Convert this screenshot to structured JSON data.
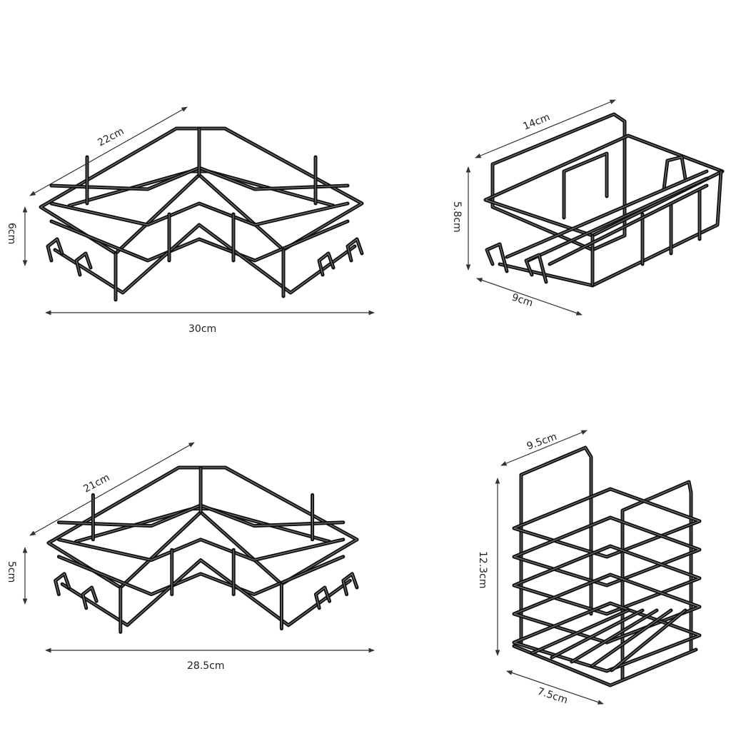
{
  "products": [
    {
      "id": "corner-large",
      "dimensions": {
        "length": "22cm",
        "height": "6cm",
        "width": "30cm"
      }
    },
    {
      "id": "sponge-holder",
      "dimensions": {
        "length": "14cm",
        "height": "5.8cm",
        "width": "9cm"
      }
    },
    {
      "id": "corner-small",
      "dimensions": {
        "length": "21cm",
        "height": "5cm",
        "width": "28.5cm"
      }
    },
    {
      "id": "utensil-holder",
      "dimensions": {
        "length": "9.5cm",
        "height": "12.3cm",
        "width": "7.5cm"
      }
    }
  ],
  "colors": {
    "wire": "#111111",
    "background": "#ffffff",
    "dimension_line": "#333333"
  }
}
